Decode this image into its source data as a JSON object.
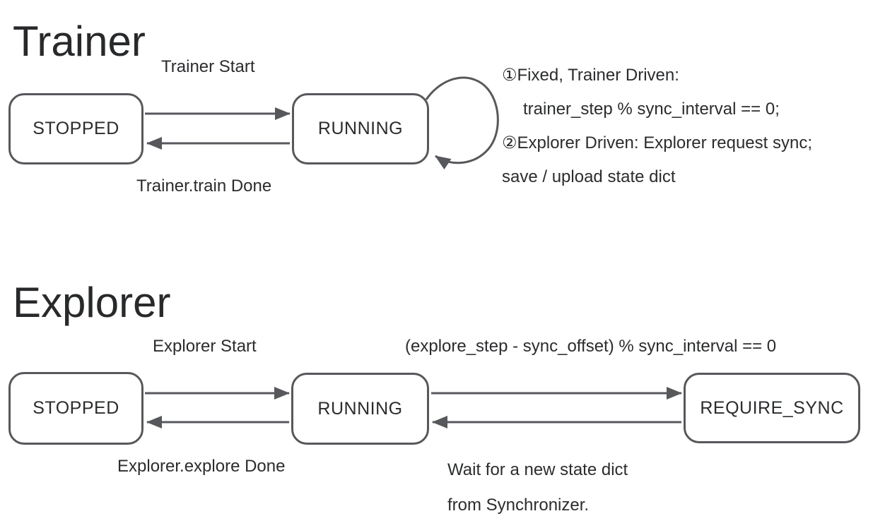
{
  "colors": {
    "background": "#ffffff",
    "stroke": "#56585b",
    "text": "#2b2c2e"
  },
  "trainer": {
    "title": "Trainer",
    "states": {
      "stopped": "STOPPED",
      "running": "RUNNING"
    },
    "transitions": {
      "start_label": "Trainer Start",
      "done_label": "Trainer.train Done"
    },
    "self_loop_note": {
      "line1": "①Fixed, Trainer Driven:",
      "line2": "trainer_step % sync_interval == 0;",
      "line3": "②Explorer Driven: Explorer request sync;",
      "line4": "save / upload state dict"
    }
  },
  "explorer": {
    "title": "Explorer",
    "states": {
      "stopped": "STOPPED",
      "running": "RUNNING",
      "require_sync": "REQUIRE_SYNC"
    },
    "transitions": {
      "start_label": "Explorer Start",
      "done_label": "Explorer.explore Done",
      "sync_condition_label": "(explore_step - sync_offset) % sync_interval == 0",
      "wait_label_line1": "Wait for a new state dict",
      "wait_label_line2": "from Synchronizer."
    }
  }
}
